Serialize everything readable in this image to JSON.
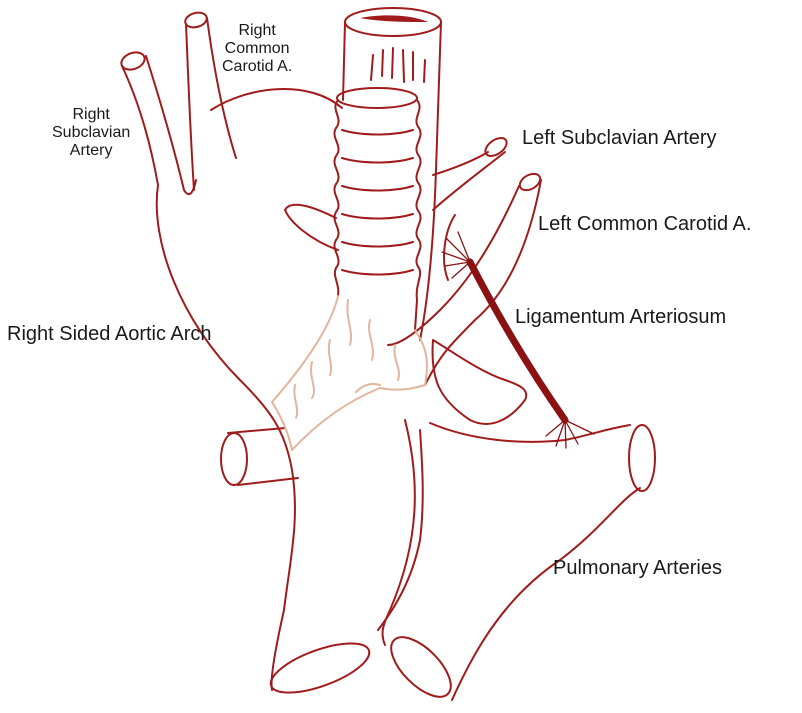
{
  "labels": {
    "right_common_carotid": [
      "Right",
      "Common",
      "Carotid A."
    ],
    "right_subclavian": [
      "Right",
      "Subclavian",
      "Artery"
    ],
    "left_subclavian": "Left Subclavian Artery",
    "left_common_carotid": "Left Common Carotid A.",
    "ligamentum_arteriosum": "Ligamentum Arteriosum",
    "right_sided_aortic_arch": "Right Sided Aortic Arch",
    "pulmonary_arteries": "Pulmonary Arteries"
  },
  "colors": {
    "vessel": "#a01c1c",
    "trachea_bifurcation": "#e3b49e",
    "ligament": "#8b1212",
    "text": "#1a1a1a",
    "background": "#ffffff"
  }
}
